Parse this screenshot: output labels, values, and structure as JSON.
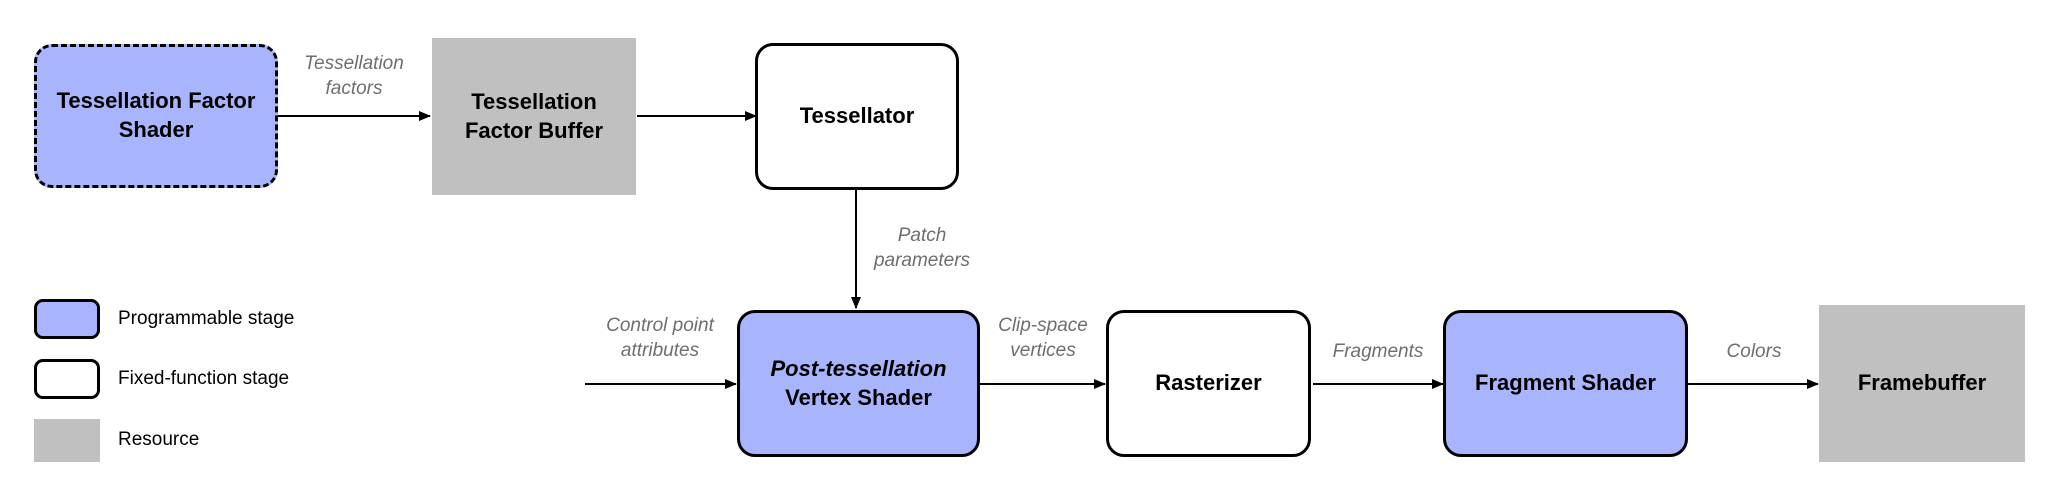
{
  "nodes": {
    "tess_factor_shader": {
      "line1": "Tessellation Factor",
      "line2": "Shader",
      "kind": "programmable"
    },
    "tess_factor_buffer": {
      "line1": "Tessellation",
      "line2": "Factor Buffer",
      "kind": "resource"
    },
    "tessellator": {
      "line1": "Tessellator",
      "kind": "fixed-function"
    },
    "post_tess_vertex_shader": {
      "line1": "Post-tessellation",
      "line2": "Vertex Shader",
      "kind": "programmable"
    },
    "rasterizer": {
      "line1": "Rasterizer",
      "kind": "fixed-function"
    },
    "fragment_shader": {
      "line1": "Fragment Shader",
      "kind": "programmable"
    },
    "framebuffer": {
      "line1": "Framebuffer",
      "kind": "resource"
    }
  },
  "edges": {
    "tess_factors": {
      "line1": "Tessellation",
      "line2": "factors"
    },
    "patch_params": {
      "line1": "Patch",
      "line2": "parameters"
    },
    "control_points": {
      "line1": "Control point",
      "line2": "attributes"
    },
    "clip_space": {
      "line1": "Clip-space",
      "line2": "vertices"
    },
    "fragments": {
      "line1": "Fragments"
    },
    "colors": {
      "line1": "Colors"
    }
  },
  "legend": {
    "programmable": "Programmable stage",
    "fixed": "Fixed-function stage",
    "resource": "Resource"
  },
  "colors": {
    "programmable": "#a8b5fd",
    "resource": "#c0c0c0",
    "fixed": "#ffffff",
    "stroke": "#000000",
    "edge_label": "#6e6e6e"
  }
}
